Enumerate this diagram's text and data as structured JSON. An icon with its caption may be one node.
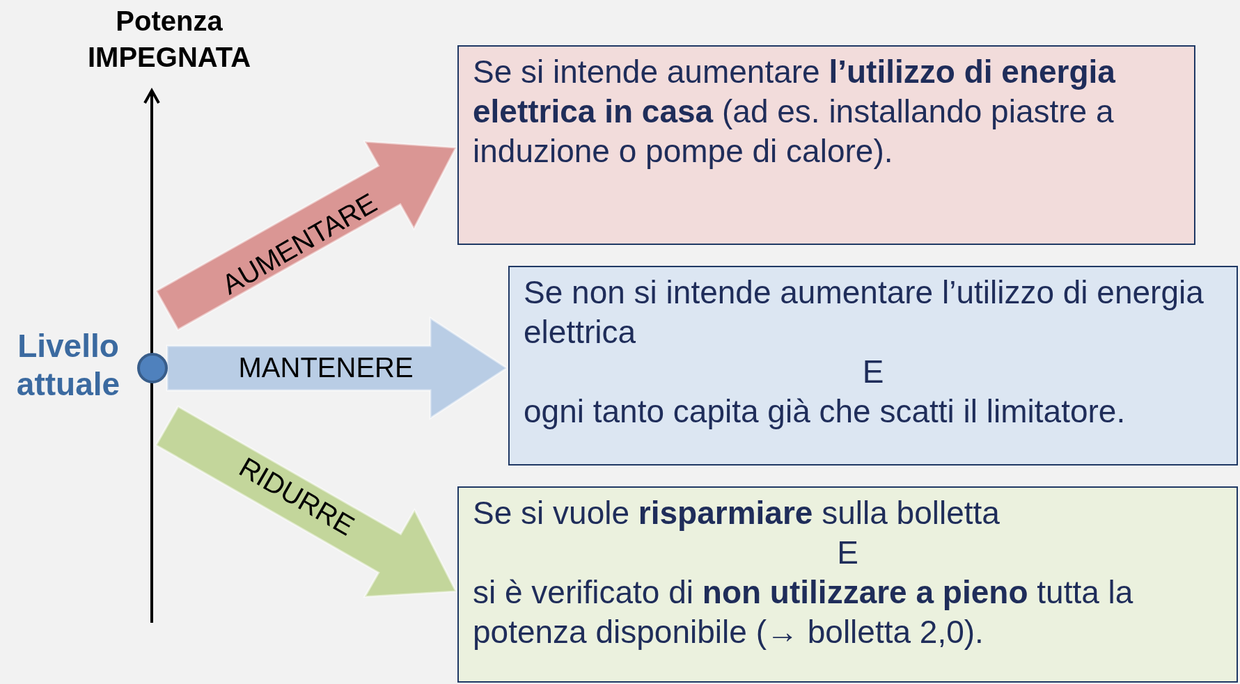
{
  "diagram": {
    "nodes": [
      {
        "text": [],
        "shape": "circle",
        "beside": [
          "Livello attuale"
        ]
      },
      {
        "text": [
          "Se si intende aumentare **l’utilizzo di energia elettrica in casa** (ad es. installando piastre a induzione o pompe di calore)."
        ]
      },
      {
        "text": [
          "Se non si intende aumentare l’utilizzo di energia elettrica",
          "E",
          "ogni tanto capita già che scatti il limitatore."
        ]
      },
      {
        "text": [
          "Se si vuole **risparmiare** sulla bolletta",
          "E",
          "si è verificato di **non utilizzare a pieno** tutta la potenza disponibile (→ bolletta 2,0)."
        ]
      }
    ],
    "edges": [
      {
        "from": 0,
        "to": 1,
        "arrow": "to",
        "label": "AUMENTARE",
        "style": "thick",
        "color": "#da9694"
      },
      {
        "from": 0,
        "to": 2,
        "arrow": "to",
        "label": "MANTENERE",
        "style": "thick",
        "color": "#b9cde5"
      },
      {
        "from": 0,
        "to": 3,
        "arrow": "to",
        "label": "RIDURRE",
        "style": "thick",
        "color": "#c3d69b"
      }
    ],
    "labels": [
      "Potenza IMPEGNATA"
    ]
  }
}
